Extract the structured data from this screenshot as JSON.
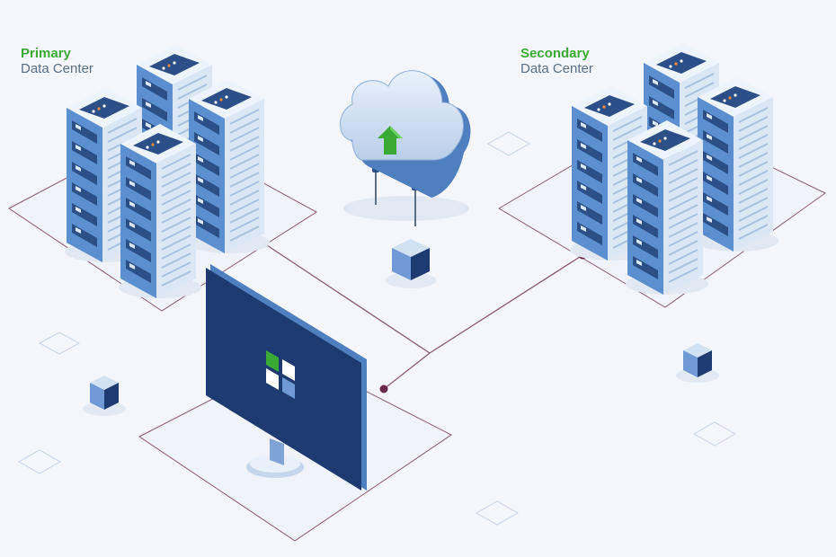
{
  "labels": {
    "primary": {
      "title": "Primary",
      "subtitle": "Data Center"
    },
    "secondary": {
      "title": "Secondary",
      "subtitle": "Data Center"
    }
  },
  "colors": {
    "background": "#f4f6fb",
    "accent_green": "#3aaa35",
    "server_light": "#dbe7f5",
    "server_mid": "#5b8fd0",
    "server_dark": "#2b4f86",
    "navy": "#1d3b70",
    "line": "#8a5a72",
    "node": "#6b2a4a"
  },
  "icons": {
    "cloud": "cloud-upload-icon",
    "monitor": "monitor-icon",
    "logo": "four-square-logo-icon",
    "cube": "cube-icon",
    "server": "server-rack-icon"
  }
}
